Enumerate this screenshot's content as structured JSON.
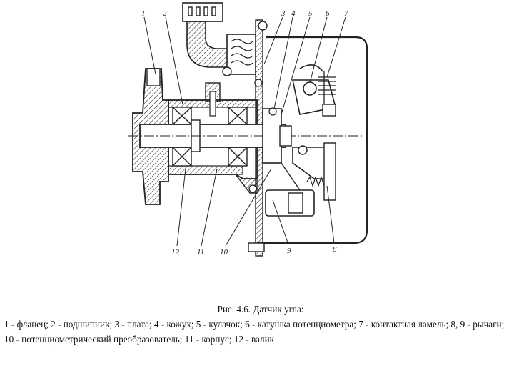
{
  "figure": {
    "title": "Рис. 4.6. Датчик угла:",
    "legend": "1 - фланец; 2 - подшипник; 3 - плата; 4 - кожух; 5 - кулачок; 6 - катушка потенциометра; 7 - контактная ламель; 8, 9 - рычаги; 10 - потенциометрический преобразователь; 11 - корпус; 12 - валик"
  },
  "callouts": {
    "c1": "1",
    "c2": "2",
    "c3": "3",
    "c4": "4",
    "c5": "5",
    "c6": "6",
    "c7": "7",
    "c8": "8",
    "c9": "9",
    "c10": "10",
    "c11": "11",
    "c12": "12"
  },
  "colors": {
    "ink": "#222222",
    "paper": "#ffffff"
  }
}
